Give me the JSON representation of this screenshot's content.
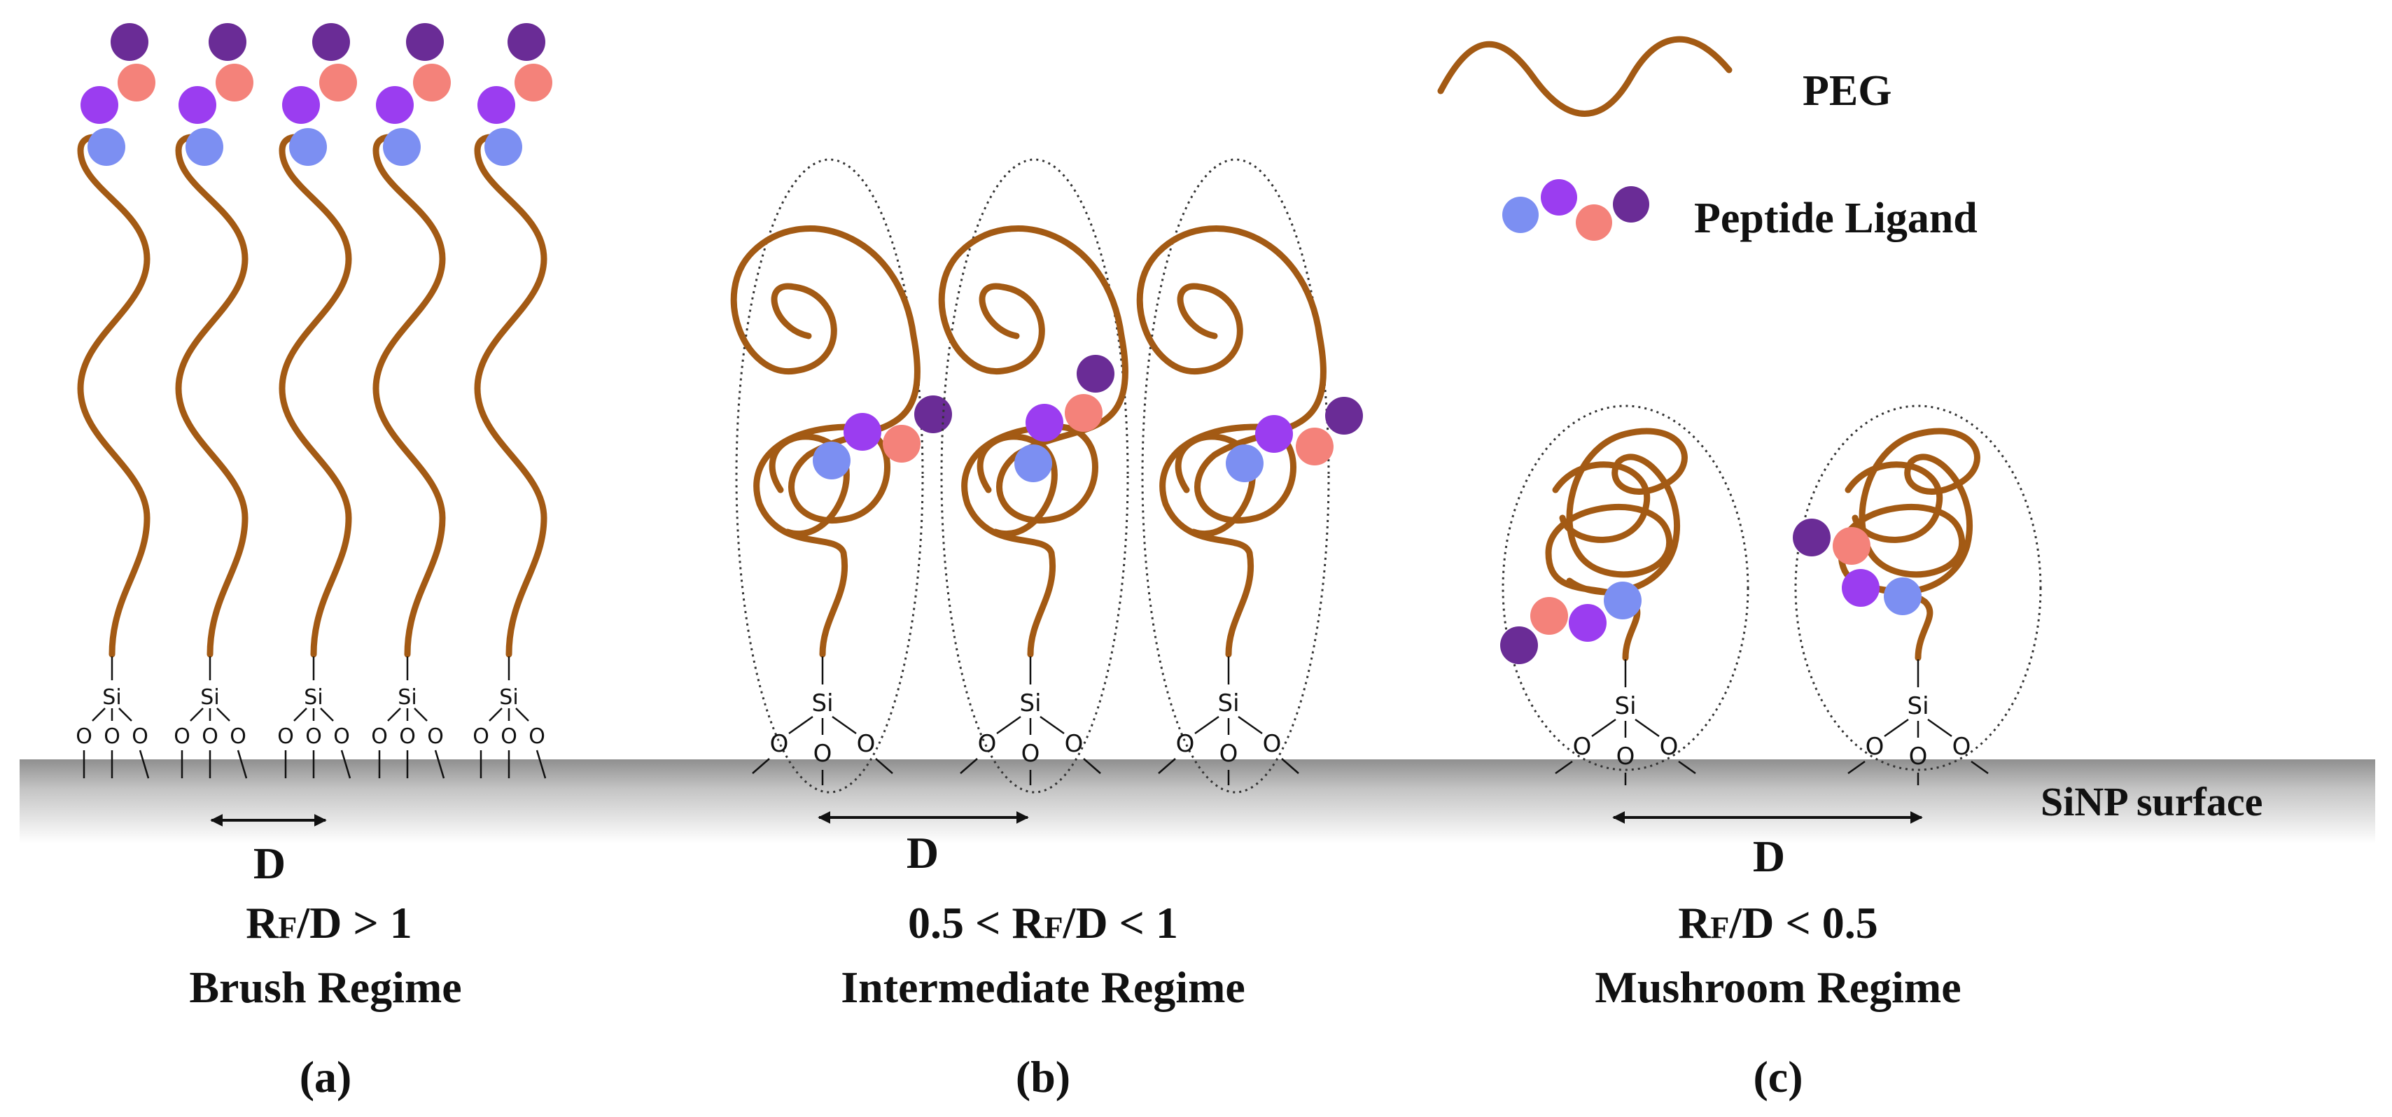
{
  "legend": {
    "peg_label": "PEG",
    "peptide_label": "Peptide Ligand"
  },
  "surface": {
    "label": "SiNP surface"
  },
  "chem": {
    "si": "Si",
    "o": "O"
  },
  "panels": [
    {
      "id": "a",
      "distance_label": "D",
      "ratio_prefix": "",
      "ratio_rf": "R",
      "ratio_sub": "F",
      "ratio_suffix": "/D > 1",
      "regime_label": "Brush Regime",
      "panel_label": "(a)"
    },
    {
      "id": "b",
      "distance_label": "D",
      "ratio_prefix": "0.5 < ",
      "ratio_rf": "R",
      "ratio_sub": "F",
      "ratio_suffix": "/D < 1",
      "regime_label": "Intermediate Regime",
      "panel_label": "(b)"
    },
    {
      "id": "c",
      "distance_label": "D",
      "ratio_prefix": "",
      "ratio_rf": "R",
      "ratio_sub": "F",
      "ratio_suffix": "/D < 0.5",
      "regime_label": "Mushroom Regime",
      "panel_label": "(c)"
    }
  ],
  "colors": {
    "peg": "#a35a14",
    "ligand_blue": "#7c8ff2",
    "ligand_violet": "#9b3df0",
    "ligand_salmon": "#f4827a",
    "ligand_dark_purple": "#6a2c96",
    "surface_dark": "#8f8f8f",
    "surface_light": "#ffffff"
  }
}
